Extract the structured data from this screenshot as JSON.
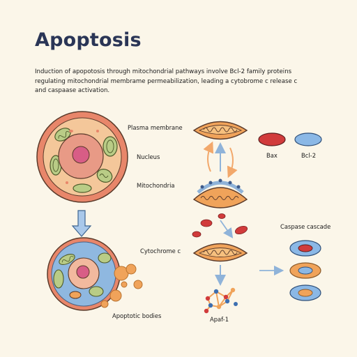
{
  "title": "Apoptosis",
  "description": [
    "Induction of apopotosis through mitochondrial pathways involve Bcl-2 family proteins",
    "regulating mitochondrial membrame permeabilization, leading a cytobrome c release c",
    "and caspaase activation."
  ],
  "labels": {
    "plasma_membrane": "Plasma membrane",
    "nucleus": "Nucleus",
    "mitochondria": "Mitochondria",
    "cytochrome_c": "Cytochrome c",
    "apoptotic_bodies": "Apoptotic bodies",
    "bax": "Bax",
    "bcl2": "Bcl-2",
    "caspase_cascade": "Caspase cascade",
    "apaf1": "Apaf-1"
  },
  "colors": {
    "background": "#fbf6e9",
    "cell_outer": "#e8866a",
    "cytoplasm": "#f4c79a",
    "nucleus": "#e89a86",
    "nucleolus": "#d85d86",
    "mitochondria_green": "#b9cc86",
    "mitochondria_orange": "#f0a35a",
    "bax_red": "#d13b3b",
    "bcl2_blue": "#8bb8e6",
    "arrow_blue": "#8fb3d9",
    "arrow_orange": "#f2a86b"
  }
}
